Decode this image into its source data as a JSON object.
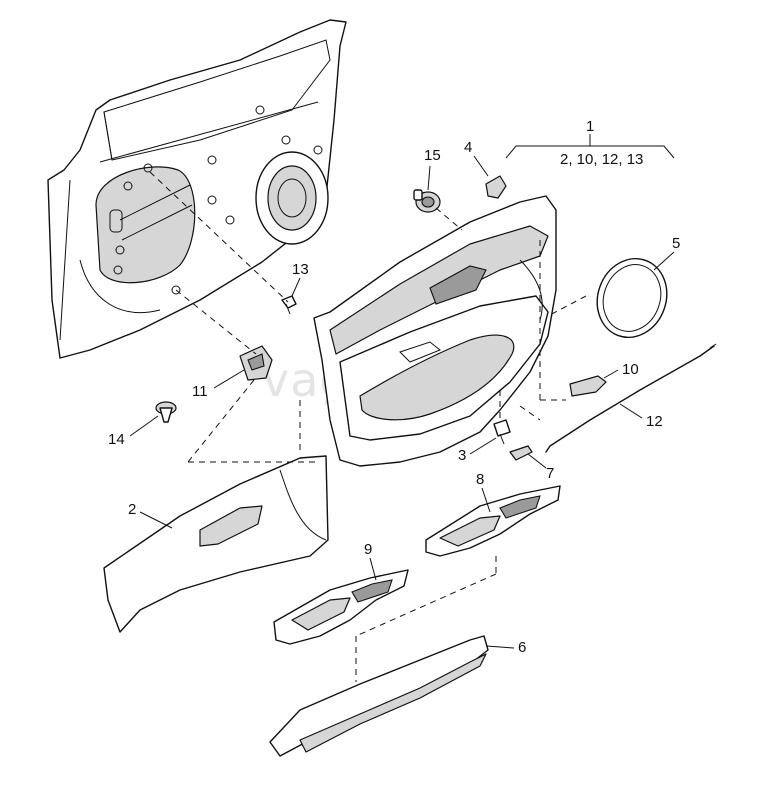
{
  "watermark": "vagtec.ru",
  "group_label": {
    "number": "1",
    "contents": "2, 10, 12, 13"
  },
  "callouts": {
    "c2": "2",
    "c3": "3",
    "c4": "4",
    "c5": "5",
    "c6": "6",
    "c7": "7",
    "c8": "8",
    "c9": "9",
    "c10": "10",
    "c11": "11",
    "c12": "12",
    "c13": "13",
    "c14": "14",
    "c15": "15"
  }
}
